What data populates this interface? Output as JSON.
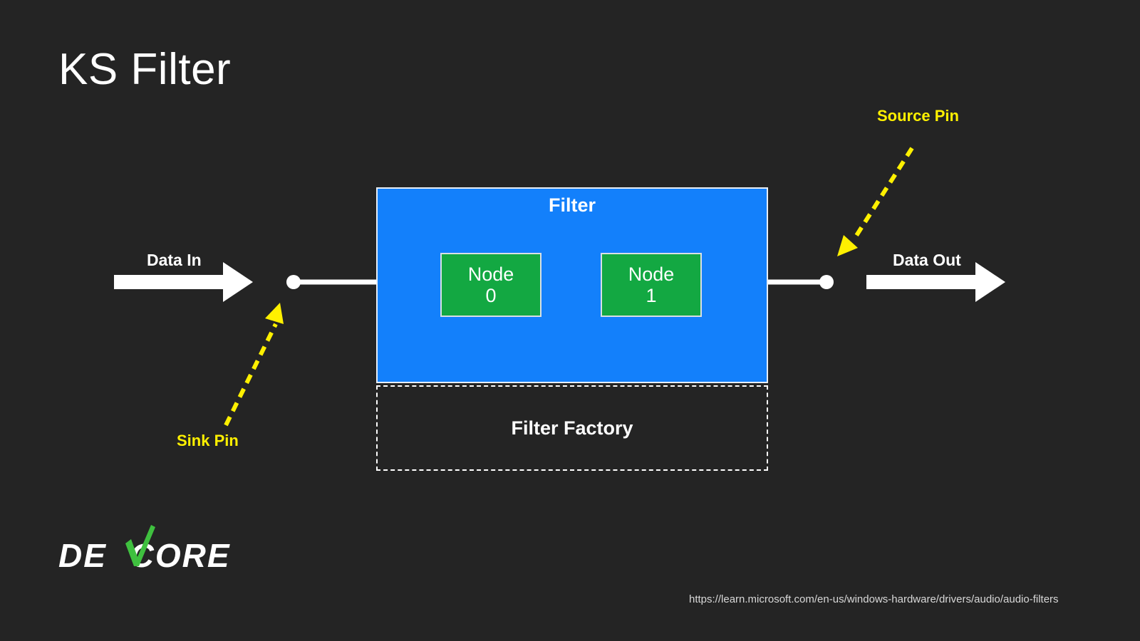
{
  "slide": {
    "title": "KS Filter",
    "background_color": "#242424"
  },
  "diagram": {
    "filter_box": {
      "label": "Filter",
      "color": "#1380fb",
      "border_color": "#e8eef5"
    },
    "nodes": [
      {
        "line1": "Node",
        "line2": "0",
        "color": "#13a842"
      },
      {
        "line1": "Node",
        "line2": "1",
        "color": "#13a842"
      }
    ],
    "factory_box": {
      "label": "Filter Factory",
      "border_style": "dashed",
      "border_color": "#ffffff"
    },
    "flow_labels": {
      "data_in": "Data In",
      "data_out": "Data Out"
    },
    "annotations": [
      {
        "label": "Sink Pin",
        "color": "#fff000"
      },
      {
        "label": "Source Pin",
        "color": "#fff000"
      }
    ]
  },
  "footer": {
    "url": "https://learn.microsoft.com/en-us/windows-hardware/drivers/audio/audio-filters"
  },
  "logo": {
    "part1": "DE",
    "part2": "CORE",
    "accent_color": "#3fc03f"
  }
}
